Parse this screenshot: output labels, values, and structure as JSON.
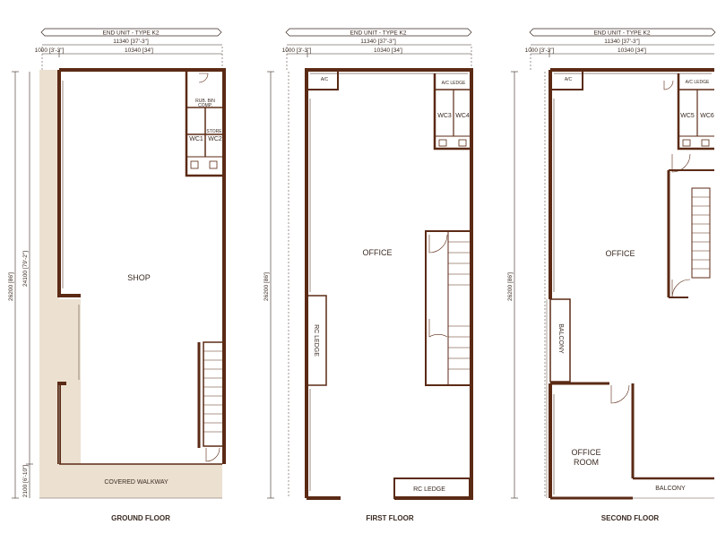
{
  "colors": {
    "wall": "#5b2a15",
    "accent": "#7b3e23",
    "walkway": "#ece1d1",
    "dim": "#3a2a22",
    "glazing": "#9a8a80"
  },
  "floors": [
    {
      "caption": "GROUND FLOOR",
      "unit_banner": "END UNIT - TYPE K2",
      "total_width": "11340 [37'-3\"]",
      "left_offset": "1000 [3'-3\"]",
      "inner_width": "10340 [34']",
      "depth_outer": "26200 [86']",
      "depth_inner": "24100 [79'-2\"]",
      "depth_walkway": "2100 [6'-10\"]",
      "rooms": {
        "main": "SHOP",
        "walkway": "COVERED WALKWAY",
        "rubbish": "RUB. BIN",
        "rubbish2": "COMP.",
        "store": "STORE",
        "wc_a": "WC1",
        "wc_b": "WC2"
      }
    },
    {
      "caption": "FIRST FLOOR",
      "unit_banner": "END UNIT - TYPE K2",
      "total_width": "11340 [37'-3\"]",
      "left_offset": "1000 [3'-3\"]",
      "inner_width": "10340 [34']",
      "depth_outer": "26200 [86']",
      "rooms": {
        "main": "OFFICE",
        "ac": "A/C",
        "ac_ledge": "A/C LEDGE",
        "wc_a": "WC3",
        "wc_b": "WC4",
        "rc_ledge_side": "RC LEDGE",
        "rc_ledge_bottom": "RC LEDGE"
      }
    },
    {
      "caption": "SECOND FLOOR",
      "unit_banner": "END UNIT - TYPE K2",
      "total_width": "11340 [37'-3\"]",
      "left_offset": "1000 [3'-3\"]",
      "inner_width": "10340 [34']",
      "depth_outer": "26200 [86']",
      "rooms": {
        "main": "OFFICE",
        "ac": "A/C",
        "ac_ledge": "A/C LEDGE",
        "wc_a": "WC5",
        "wc_b": "WC6",
        "balcony_side": "BALCONY",
        "office_room_1": "OFFICE",
        "office_room_2": "ROOM",
        "balcony_bottom": "BALCONY"
      }
    }
  ]
}
